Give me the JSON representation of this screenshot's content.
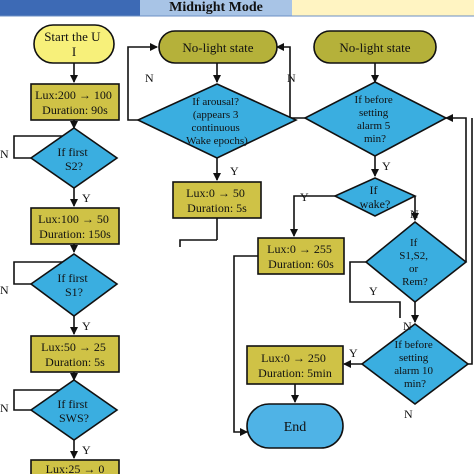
{
  "header": {
    "mode_label": "Midnight Mode",
    "colors": {
      "left": "#3d6ab5",
      "middle": "#a8c4e6",
      "right": "#fff4c2"
    }
  },
  "colors": {
    "start_fill": "#f7f07a",
    "action_fill": "#cfc246",
    "state_fill": "#b5b13a",
    "decision_fill": "#3aaee0",
    "end_fill": "#4fb3e6",
    "stroke": "#111111"
  },
  "nodes": {
    "start": {
      "lines": [
        "Start the U",
        "I"
      ]
    },
    "lux1": {
      "lines": [
        "Lux:200 → 100",
        "Duration: 90s"
      ]
    },
    "d_s2": {
      "lines": [
        "If first",
        "S2?"
      ]
    },
    "lux2": {
      "lines": [
        "Lux:100 → 50",
        "Duration: 150s"
      ]
    },
    "d_s1": {
      "lines": [
        "If first",
        "S1?"
      ]
    },
    "lux3": {
      "lines": [
        "Lux:50 → 25",
        "Duration: 5s"
      ]
    },
    "d_sws": {
      "lines": [
        "If first",
        "SWS?"
      ]
    },
    "lux4": {
      "lines": [
        "Lux:25 → 0"
      ]
    },
    "nolight1": {
      "lines": [
        "No-light state"
      ]
    },
    "d_arousal": {
      "lines": [
        "If arousal?",
        "(appears 3",
        "continuous",
        "Wake epochs)"
      ]
    },
    "lux5": {
      "lines": [
        "Lux:0 → 50",
        "Duration: 5s"
      ]
    },
    "nolight2": {
      "lines": [
        "No-light state"
      ]
    },
    "d_alarm5": {
      "lines": [
        "If before",
        "setting",
        "alarm 5",
        "min?"
      ]
    },
    "d_wake": {
      "lines": [
        "If",
        "wake?"
      ]
    },
    "lux6": {
      "lines": [
        "Lux:0 → 255",
        "Duration: 60s"
      ]
    },
    "d_stage": {
      "lines": [
        "If",
        "S1,S2,",
        "or",
        "Rem?"
      ]
    },
    "d_alarm10": {
      "lines": [
        "If before",
        "setting",
        "alarm 10",
        "min?"
      ]
    },
    "lux7": {
      "lines": [
        "Lux:0 → 250",
        "Duration: 5min"
      ]
    },
    "end": {
      "lines": [
        "End"
      ]
    }
  },
  "edge_labels": {
    "s2_no": "N",
    "s2_yes": "Y",
    "s1_no": "N",
    "s1_yes": "Y",
    "sws_no": "N",
    "sws_yes": "Y",
    "arousal_no": "N",
    "arousal_yes": "Y",
    "alarm5_no": "N",
    "alarm5_yes": "Y",
    "wake_yes": "Y",
    "wake_no": "N",
    "stage_yes": "Y",
    "stage_no": "N",
    "alarm10_yes": "Y",
    "alarm10_no": "N"
  }
}
